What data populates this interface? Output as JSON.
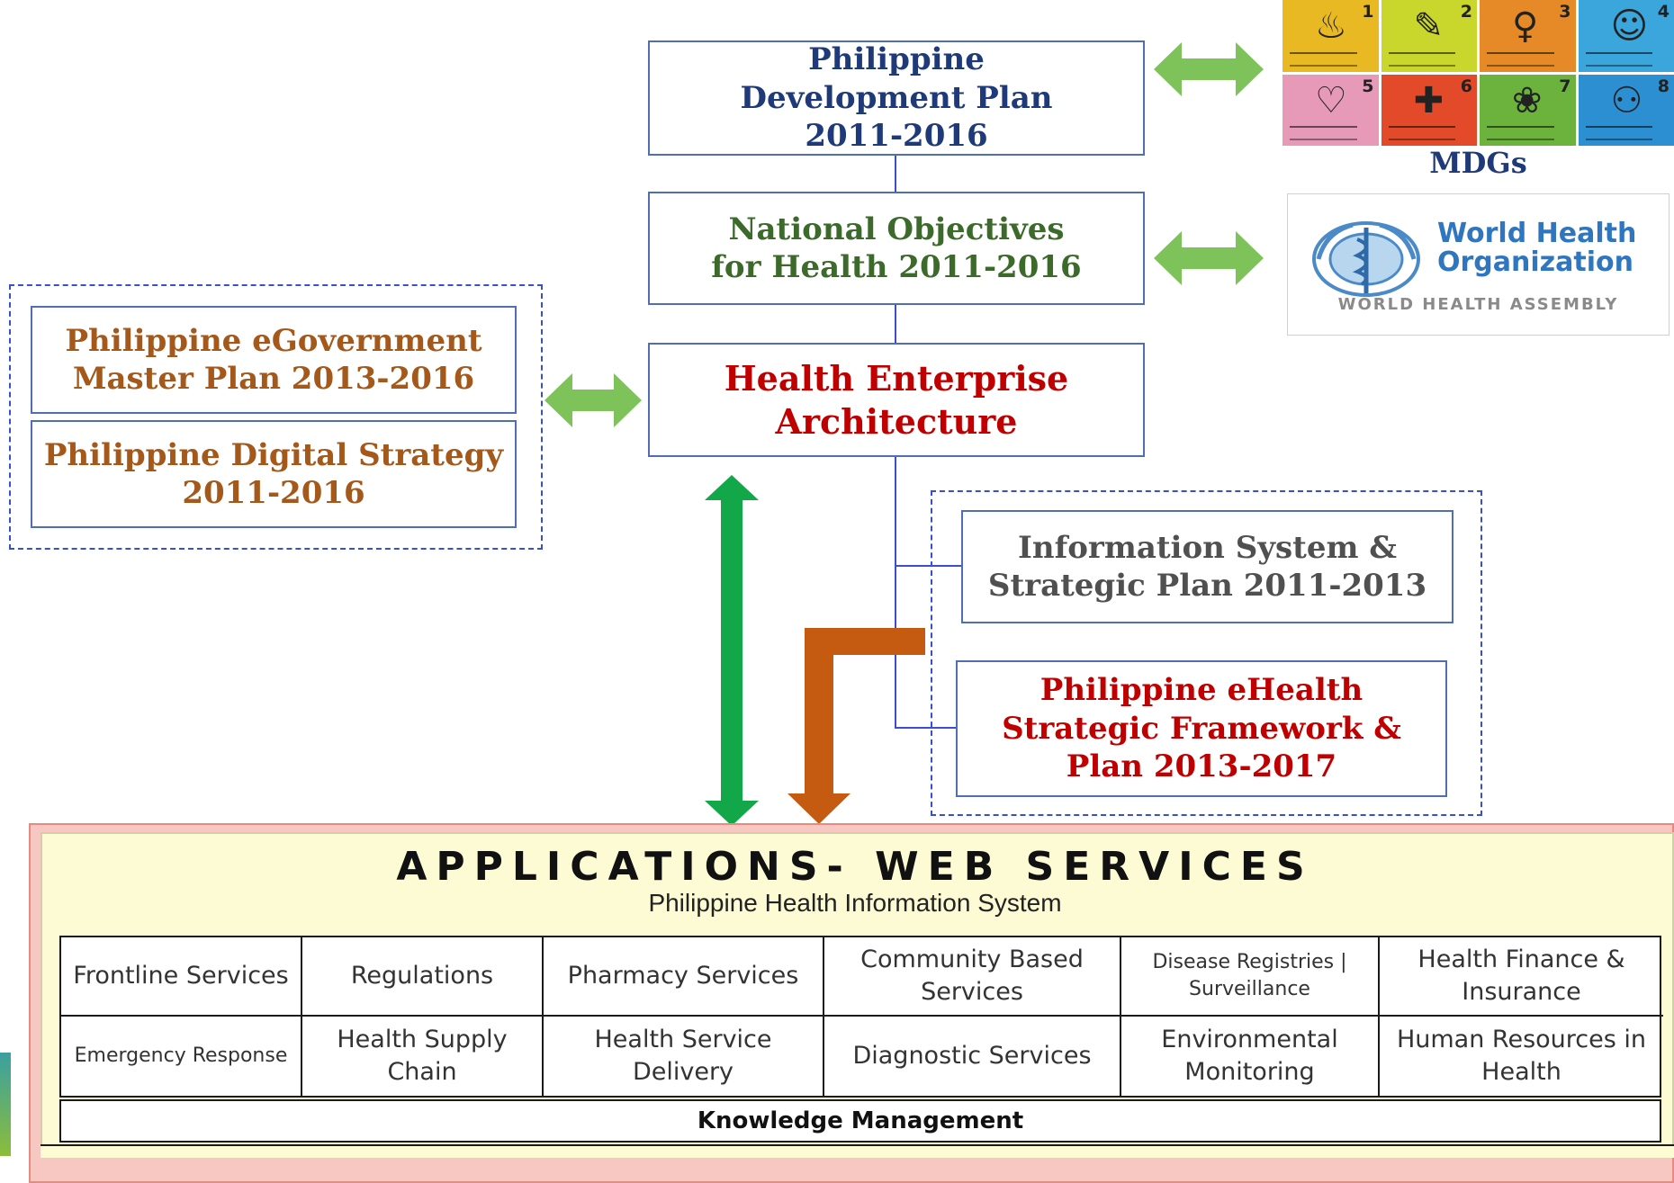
{
  "nodes": {
    "pdp": "Philippine Development Plan 2011-2016",
    "noh": "National Objectives for Health 2011-2016",
    "hea": "Health Enterprise Architecture",
    "egov": "Philippine eGovernment Master Plan 2013-2016",
    "digital": "Philippine Digital Strategy 2011-2016",
    "issp": "Information System & Strategic Plan 2011-2013",
    "ehealth": "Philippine eHealth Strategic Framework & Plan 2013-2017"
  },
  "mdgs": {
    "label": "MDGs",
    "tiles": [
      {
        "num": "1",
        "color": "#e8b923",
        "icon": "bowl-icon"
      },
      {
        "num": "2",
        "color": "#c9d62b",
        "icon": "pencil-icon"
      },
      {
        "num": "3",
        "color": "#e58a26",
        "icon": "female-symbol-icon"
      },
      {
        "num": "4",
        "color": "#3aa6dc",
        "icon": "child-icon"
      },
      {
        "num": "5",
        "color": "#e79ab8",
        "icon": "mother-icon"
      },
      {
        "num": "6",
        "color": "#e24a2a",
        "icon": "medicine-icon"
      },
      {
        "num": "7",
        "color": "#6bb33c",
        "icon": "plant-icon"
      },
      {
        "num": "8",
        "color": "#2b8fd1",
        "icon": "people-icon"
      }
    ]
  },
  "who": {
    "title_line1": "World Health",
    "title_line2": "Organization",
    "subtitle": "WORLD HEALTH ASSEMBLY"
  },
  "applications": {
    "title": "APPLICATIONS- WEB SERVICES",
    "subtitle": "Philippine Health Information System",
    "row1": [
      "Frontline Services",
      "Regulations",
      "Pharmacy Services",
      "Community Based Services",
      "Disease Registries | Surveillance",
      "Health Finance & Insurance"
    ],
    "row2": [
      "Emergency Response",
      "Health Supply Chain",
      "Health Service Delivery",
      "Diagnostic Services",
      "Environmental Monitoring",
      "Human Resources in Health"
    ],
    "footer": "Knowledge Management"
  },
  "colors": {
    "arrow_green_light": "#7dc35a",
    "arrow_green_dark": "#12a84a",
    "arrow_orange": "#c55a11",
    "arrow_gray": "#a6a6a6"
  }
}
